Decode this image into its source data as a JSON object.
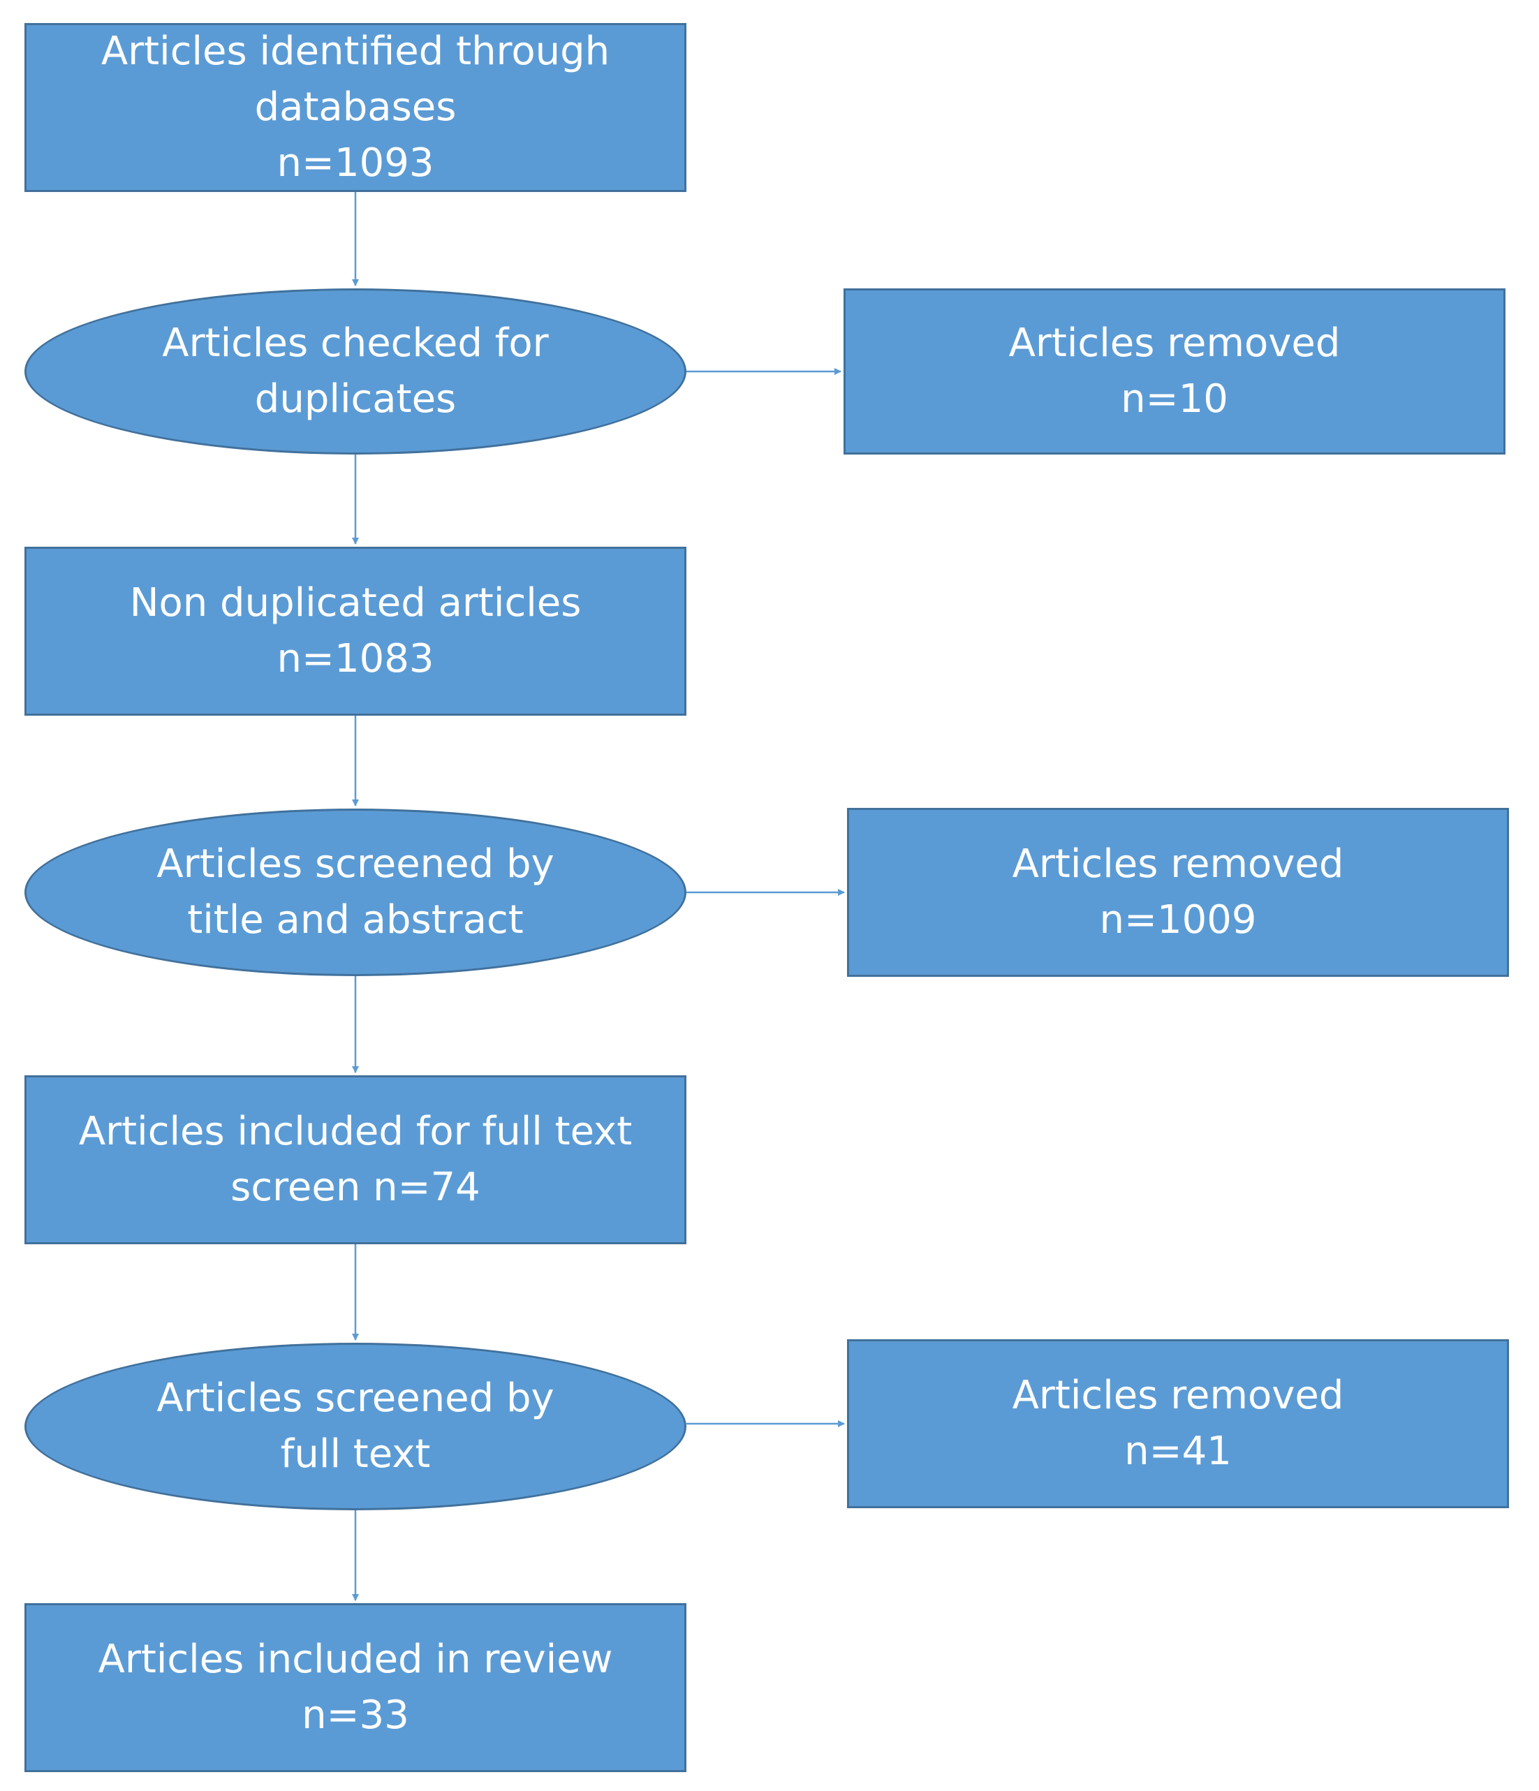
{
  "flowchart": {
    "identified": {
      "line1": "Articles identified through",
      "line2": "databases",
      "line3": "n=1093"
    },
    "check_duplicates": {
      "line1": "Articles checked for",
      "line2": "duplicates"
    },
    "removed_duplicates": {
      "line1": "Articles removed",
      "line2": "n=10"
    },
    "non_duplicated": {
      "line1": "Non duplicated articles",
      "line2": "n=1083"
    },
    "screen_title_abstract": {
      "line1": "Articles screened by",
      "line2": "title and abstract"
    },
    "removed_screening": {
      "line1": "Articles removed",
      "line2": "n=1009"
    },
    "full_text_included": {
      "line1": "Articles included for full text",
      "line2": "screen n=74"
    },
    "screen_full_text": {
      "line1": "Articles screened by",
      "line2": "full text"
    },
    "removed_full_text": {
      "line1": "Articles removed",
      "line2": "n=41"
    },
    "included_review": {
      "line1": "Articles included in review",
      "line2": "n=33"
    }
  },
  "colors": {
    "fill": "#5B9BD5",
    "border": "#41719C",
    "connector": "#5B9BD5",
    "text": "#ffffff"
  }
}
